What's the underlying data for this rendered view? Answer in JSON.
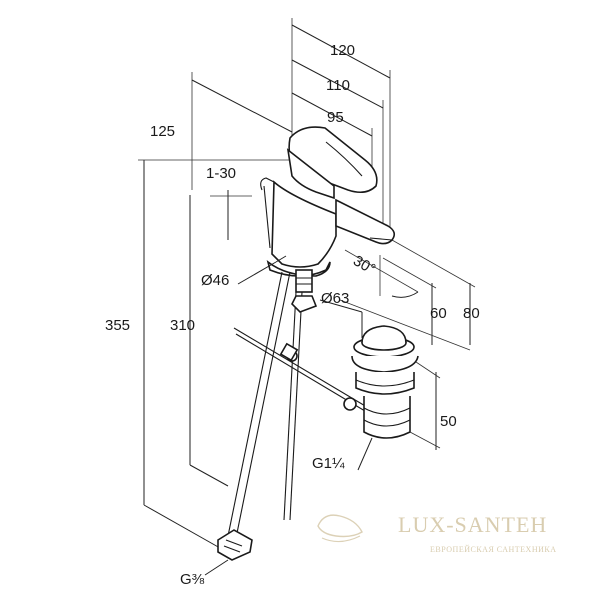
{
  "dimensions": {
    "d120": "120",
    "d110": "110",
    "d95": "95",
    "d125": "125",
    "d1_30": "1-30",
    "d46": "Ø46",
    "d63": "Ø63",
    "d30deg": "30°",
    "d60": "60",
    "d80": "80",
    "d355": "355",
    "d310": "310",
    "d50": "50",
    "g114": "G1¼",
    "g38": "G⅜"
  },
  "watermark": {
    "brand": "LUX-SANTEH",
    "tagline": "ЕВРОПЕЙСКАЯ САНТЕХНИКА"
  },
  "colors": {
    "line": "#1a1a1a",
    "watermark": "#d9cdb0"
  }
}
